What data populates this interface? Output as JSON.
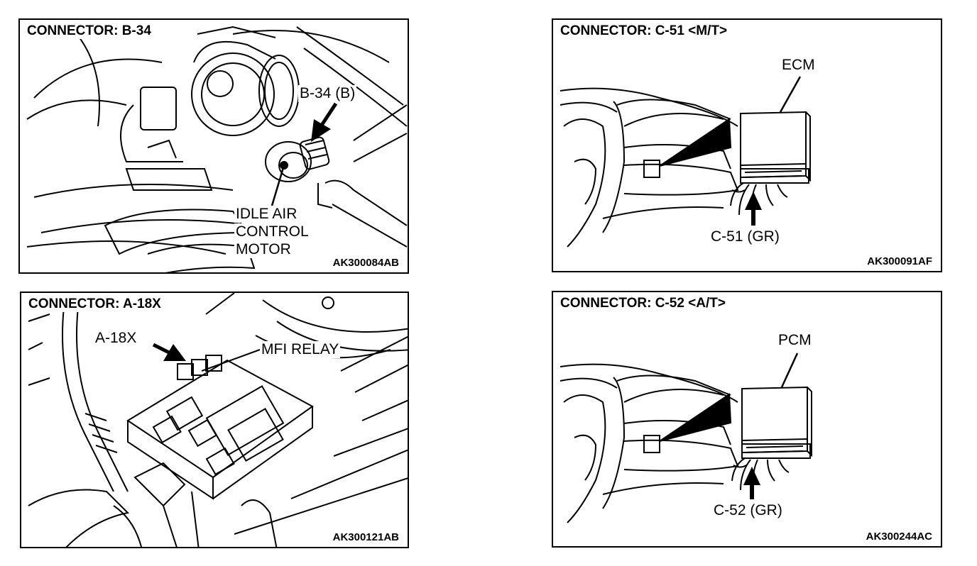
{
  "panels": [
    {
      "title": "CONNECTOR: B-34",
      "code": "AK300084AB",
      "labels": {
        "connector": "B-34 (B)",
        "line1": "IDLE AIR",
        "line2": "CONTROL",
        "line3": "MOTOR"
      }
    },
    {
      "title": "CONNECTOR: C-51 <M/T>",
      "code": "AK300091AF",
      "labels": {
        "unit": "ECM",
        "connector": "C-51 (GR)"
      }
    },
    {
      "title": "CONNECTOR: A-18X",
      "code": "AK300121AB",
      "labels": {
        "connector": "A-18X",
        "relay": "MFI RELAY"
      }
    },
    {
      "title": "CONNECTOR: C-52 <A/T>",
      "code": "AK300244AC",
      "labels": {
        "unit": "PCM",
        "connector": "C-52 (GR)"
      }
    }
  ]
}
